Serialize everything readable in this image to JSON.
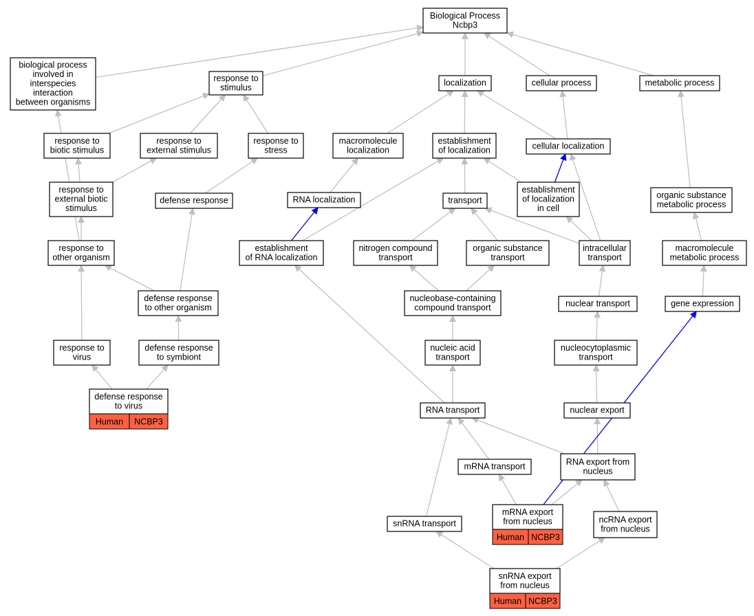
{
  "colors": {
    "edge_default": "#c0c0c0",
    "edge_highlight": "#0000ff",
    "annotation": "#fa6142",
    "node_border": "#000000"
  },
  "nodes": {
    "bp": {
      "lines": [
        "Biological Process",
        "Ncbp3"
      ]
    },
    "bpii": {
      "lines": [
        "biological process",
        "involved in",
        "interspecies",
        "interaction",
        "between organisms"
      ]
    },
    "rts": {
      "lines": [
        "response to",
        "stimulus"
      ]
    },
    "loc": {
      "lines": [
        "localization"
      ]
    },
    "cp": {
      "lines": [
        "cellular process"
      ]
    },
    "mp": {
      "lines": [
        "metabolic process"
      ]
    },
    "rtbs": {
      "lines": [
        "response to",
        "biotic stimulus"
      ]
    },
    "rtes": {
      "lines": [
        "response to",
        "external stimulus"
      ]
    },
    "rtst": {
      "lines": [
        "response to",
        "stress"
      ]
    },
    "ml": {
      "lines": [
        "macromolecule",
        "localization"
      ]
    },
    "eol": {
      "lines": [
        "establishment",
        "of localization"
      ]
    },
    "cl": {
      "lines": [
        "cellular localization"
      ]
    },
    "rteb": {
      "lines": [
        "response to",
        "external biotic",
        "stimulus"
      ]
    },
    "dr": {
      "lines": [
        "defense response"
      ]
    },
    "rl": {
      "lines": [
        "RNA localization"
      ]
    },
    "tr": {
      "lines": [
        "transport"
      ]
    },
    "elc": {
      "lines": [
        "establishment",
        "of localization",
        "in cell"
      ]
    },
    "osmp": {
      "lines": [
        "organic substance",
        "metabolic process"
      ]
    },
    "rtoo": {
      "lines": [
        "response to",
        "other organism"
      ]
    },
    "erl": {
      "lines": [
        "establishment",
        "of RNA localization"
      ]
    },
    "nct": {
      "lines": [
        "nitrogen compound",
        "transport"
      ]
    },
    "ost": {
      "lines": [
        "organic substance",
        "transport"
      ]
    },
    "it": {
      "lines": [
        "intracellular",
        "transport"
      ]
    },
    "mmp": {
      "lines": [
        "macromolecule",
        "metabolic process"
      ]
    },
    "droo": {
      "lines": [
        "defense response",
        "to other organism"
      ]
    },
    "nbct": {
      "lines": [
        "nucleobase-containing",
        "compound transport"
      ]
    },
    "nt": {
      "lines": [
        "nuclear transport"
      ]
    },
    "ge": {
      "lines": [
        "gene expression"
      ]
    },
    "rtv": {
      "lines": [
        "response to",
        "virus"
      ]
    },
    "drs": {
      "lines": [
        "defense response",
        "to symbiont"
      ]
    },
    "nat": {
      "lines": [
        "nucleic acid",
        "transport"
      ]
    },
    "nctp": {
      "lines": [
        "nucleocytoplasmic",
        "transport"
      ]
    },
    "drv": {
      "lines": [
        "defense response",
        "to virus"
      ],
      "annotation": [
        "Human",
        "NCBP3"
      ]
    },
    "rnat": {
      "lines": [
        "RNA transport"
      ]
    },
    "ne": {
      "lines": [
        "nuclear export"
      ]
    },
    "mrt": {
      "lines": [
        "mRNA transport"
      ]
    },
    "refn": {
      "lines": [
        "RNA export from",
        "nucleus"
      ]
    },
    "mefn": {
      "lines": [
        "mRNA export",
        "from nucleus"
      ],
      "annotation": [
        "Human",
        "NCBP3"
      ]
    },
    "snt": {
      "lines": [
        "snRNA transport"
      ]
    },
    "ncefn": {
      "lines": [
        "ncRNA export",
        "from nucleus"
      ]
    },
    "snefn": {
      "lines": [
        "snRNA export",
        "from nucleus"
      ],
      "annotation": [
        "Human",
        "NCBP3"
      ]
    }
  },
  "edges": [
    {
      "from": "bpii",
      "to": "bp",
      "color": "gray"
    },
    {
      "from": "rts",
      "to": "bp",
      "color": "gray"
    },
    {
      "from": "loc",
      "to": "bp",
      "color": "gray"
    },
    {
      "from": "cp",
      "to": "bp",
      "color": "gray"
    },
    {
      "from": "mp",
      "to": "bp",
      "color": "gray"
    },
    {
      "from": "rtbs",
      "to": "rts",
      "color": "gray"
    },
    {
      "from": "rtes",
      "to": "rts",
      "color": "gray"
    },
    {
      "from": "rtst",
      "to": "rts",
      "color": "gray"
    },
    {
      "from": "ml",
      "to": "loc",
      "color": "gray"
    },
    {
      "from": "eol",
      "to": "loc",
      "color": "gray"
    },
    {
      "from": "cl",
      "to": "loc",
      "color": "gray"
    },
    {
      "from": "cl",
      "to": "cp",
      "color": "gray"
    },
    {
      "from": "osmp",
      "to": "mp",
      "color": "gray"
    },
    {
      "from": "rteb",
      "to": "rtbs",
      "color": "gray"
    },
    {
      "from": "rteb",
      "to": "rtes",
      "color": "gray"
    },
    {
      "from": "dr",
      "to": "rtst",
      "color": "gray"
    },
    {
      "from": "rl",
      "to": "ml",
      "color": "gray"
    },
    {
      "from": "tr",
      "to": "eol",
      "color": "gray"
    },
    {
      "from": "elc",
      "to": "eol",
      "color": "gray"
    },
    {
      "from": "erl",
      "to": "eol",
      "color": "gray"
    },
    {
      "from": "elc",
      "to": "cl",
      "color": "blue"
    },
    {
      "from": "it",
      "to": "cl",
      "color": "gray"
    },
    {
      "from": "rtoo",
      "to": "rteb",
      "color": "gray"
    },
    {
      "from": "rtoo",
      "to": "bpii",
      "color": "gray"
    },
    {
      "from": "droo",
      "to": "dr",
      "color": "gray"
    },
    {
      "from": "erl",
      "to": "rl",
      "color": "blue"
    },
    {
      "from": "nct",
      "to": "tr",
      "color": "gray"
    },
    {
      "from": "ost",
      "to": "tr",
      "color": "gray"
    },
    {
      "from": "it",
      "to": "tr",
      "color": "gray"
    },
    {
      "from": "it",
      "to": "elc",
      "color": "gray"
    },
    {
      "from": "mmp",
      "to": "osmp",
      "color": "gray"
    },
    {
      "from": "droo",
      "to": "rtoo",
      "color": "gray"
    },
    {
      "from": "rtv",
      "to": "rtoo",
      "color": "gray"
    },
    {
      "from": "nbct",
      "to": "nct",
      "color": "gray"
    },
    {
      "from": "nbct",
      "to": "ost",
      "color": "gray"
    },
    {
      "from": "nt",
      "to": "it",
      "color": "gray"
    },
    {
      "from": "ge",
      "to": "mmp",
      "color": "gray"
    },
    {
      "from": "drs",
      "to": "droo",
      "color": "gray"
    },
    {
      "from": "nat",
      "to": "nbct",
      "color": "gray"
    },
    {
      "from": "nctp",
      "to": "nt",
      "color": "gray"
    },
    {
      "from": "drv",
      "to": "rtv",
      "color": "gray"
    },
    {
      "from": "drv",
      "to": "drs",
      "color": "gray"
    },
    {
      "from": "rnat",
      "to": "nat",
      "color": "gray"
    },
    {
      "from": "rnat",
      "to": "erl",
      "color": "gray"
    },
    {
      "from": "ne",
      "to": "nctp",
      "color": "gray"
    },
    {
      "from": "refn",
      "to": "ne",
      "color": "gray"
    },
    {
      "from": "refn",
      "to": "rnat",
      "color": "gray"
    },
    {
      "from": "mrt",
      "to": "rnat",
      "color": "gray"
    },
    {
      "from": "snt",
      "to": "rnat",
      "color": "gray"
    },
    {
      "from": "mefn",
      "to": "mrt",
      "color": "gray"
    },
    {
      "from": "mefn",
      "to": "refn",
      "color": "gray"
    },
    {
      "from": "mefn",
      "to": "ge",
      "color": "blue"
    },
    {
      "from": "ncefn",
      "to": "refn",
      "color": "gray"
    },
    {
      "from": "snefn",
      "to": "snt",
      "color": "gray"
    },
    {
      "from": "snefn",
      "to": "ncefn",
      "color": "gray"
    }
  ]
}
